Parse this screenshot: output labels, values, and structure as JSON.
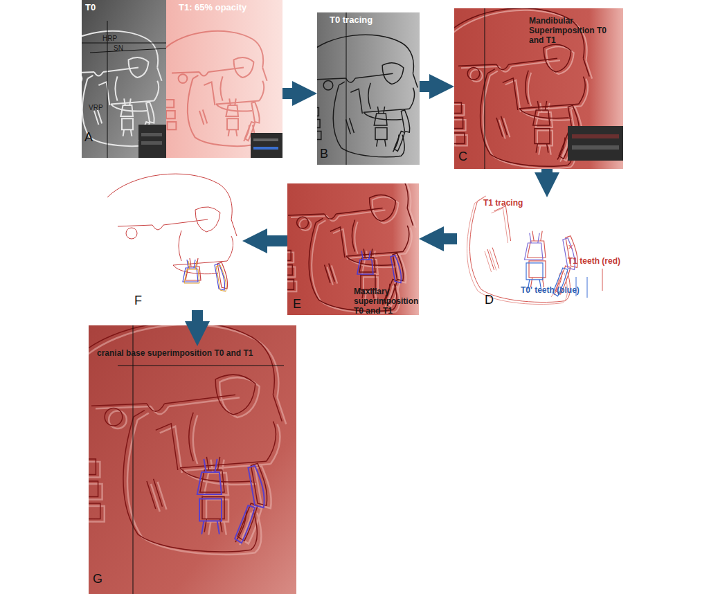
{
  "diagram": {
    "nodes": [
      {
        "text": [
          "A"
        ]
      },
      {
        "text": [
          "T0",
          "HRP",
          "SN",
          "VRP"
        ],
        "in": 0
      },
      {
        "text": [
          "T1: 65% opacity"
        ],
        "in": 0
      },
      {
        "text": [
          "T0 tracing",
          "B"
        ]
      },
      {
        "text": [
          "Mandibular Superimposition T0 and T1",
          "C"
        ]
      },
      {
        "text": [
          "T1 tracing",
          "T1 teeth (red)",
          "T0' teeth (blue)",
          "D"
        ]
      },
      {
        "text": [
          "Maxillary superimposition T0 and T1",
          "E"
        ]
      },
      {
        "text": [
          "F"
        ]
      },
      {
        "text": [
          "cranial base superimposition T0 and T1",
          "G"
        ]
      }
    ],
    "edges": [
      {
        "from": 0,
        "to": 3,
        "arrow": "to"
      },
      {
        "from": 3,
        "to": 4,
        "arrow": "to"
      },
      {
        "from": 4,
        "to": 5,
        "arrow": "to"
      },
      {
        "from": 5,
        "to": 6,
        "arrow": "to"
      },
      {
        "from": 6,
        "to": 7,
        "arrow": "to"
      },
      {
        "from": 7,
        "to": 8,
        "arrow": "to"
      }
    ]
  }
}
